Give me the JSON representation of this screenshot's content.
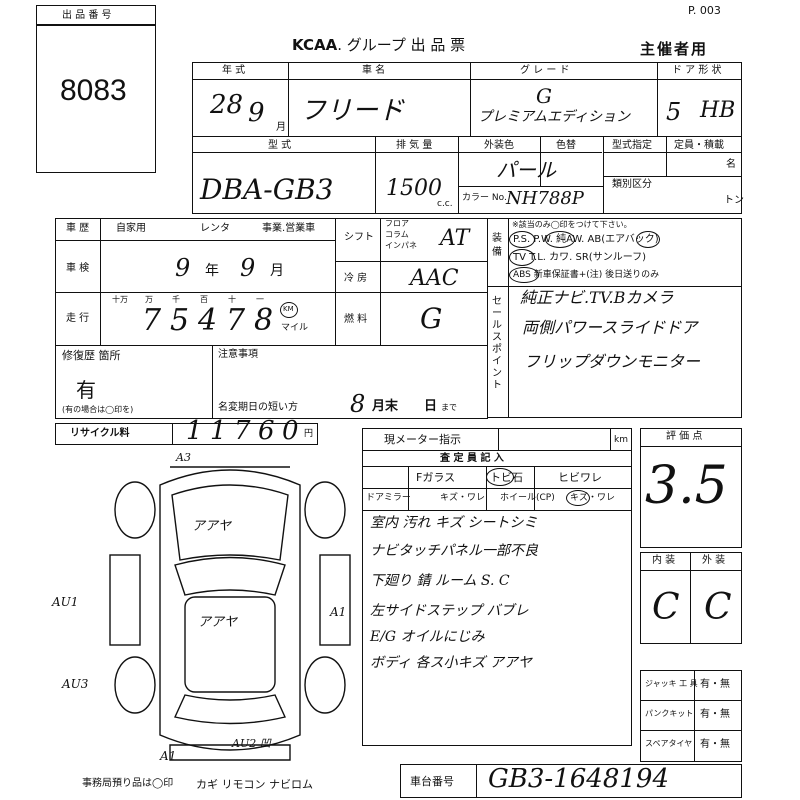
{
  "page_ref": "P. 003",
  "lot": {
    "label": "出 品 番 号",
    "number": "8083"
  },
  "header": {
    "title_brand": "KCAA",
    "title_rest": ". グループ 出 品 票",
    "organizer": "主催者用"
  },
  "row1": {
    "labels": {
      "year": "年 式",
      "model": "車 名",
      "grade": "グ レ ー ド",
      "door_type": "ド ア 形 状"
    },
    "year_era": "28",
    "year_month": "9",
    "year_month_unit": "月",
    "model": "フリード",
    "grade_line1": "G",
    "grade_line2": "プレミアムエディション",
    "doors": "5",
    "body": "HB"
  },
  "row2": {
    "labels": {
      "type": "型 式",
      "displacement": "排 気 量",
      "exterior_color": "外装色",
      "color_change": "色替",
      "type_designation": "型式指定",
      "capacity": "定員・積載",
      "category": "類別区分"
    },
    "type": "DBA-GB3",
    "displacement": "1500",
    "displacement_unit": "c.c.",
    "color": "パール",
    "color_no_label": "カラー No.",
    "color_no": "NH788P",
    "persons_unit": "名",
    "tons_unit": "トン"
  },
  "history": {
    "label": "車 歴",
    "options": [
      "自家用",
      "レンタ",
      "事業.営業車"
    ]
  },
  "inspection": {
    "label": "車 検",
    "year": "9",
    "year_unit": "年",
    "month": "9",
    "month_unit": "月"
  },
  "mileage": {
    "label": "走 行",
    "units": [
      "十万",
      "万",
      "千",
      "百",
      "十",
      "一"
    ],
    "digits": [
      "7",
      "5",
      "4",
      "7",
      "8"
    ],
    "km": "KM",
    "mile": "マイル"
  },
  "shift": {
    "label": "シフト",
    "options": [
      "フロア",
      "コラム",
      "インパネ"
    ],
    "value": "AT"
  },
  "ac": {
    "label": "冷 房",
    "value": "AAC"
  },
  "fuel": {
    "label": "燃 料",
    "value": "G"
  },
  "equipment": {
    "label": "装 備",
    "note": "※該当のみ◯印をつけて下さい。",
    "row1": "P.S. P.W. 純AW. AB(エアバック)",
    "row2": "TV T.L. カワ. SR(サンルーフ)",
    "row3": "ABS 新車保証書+(注) 後日送りのみ"
  },
  "sales_points": {
    "label": "セールスポイント",
    "line1": "純正ナビ.TV.Bカメラ",
    "line2": "両側パワースライドドア",
    "line3": "フリップダウンモニター"
  },
  "repair": {
    "label": "修復歴 箇所",
    "value": "有",
    "note": "(有の場合は◯印を)"
  },
  "notes": {
    "label": "注意事項",
    "expiry_label": "名変期日の短い方",
    "expiry_value": "8",
    "month_label": "月末",
    "day_label": "日",
    "until": "まで"
  },
  "recycle": {
    "label": "リサイクル料",
    "digits": [
      "1",
      "1",
      "7",
      "6",
      "0"
    ],
    "unit": "円"
  },
  "meter": {
    "label": "現メーター指示",
    "unit": "km"
  },
  "rated": {
    "title": "査 定 員 記 入",
    "f_glass": "Fガラス",
    "tobi": "トビ石",
    "hibi": "ヒビワレ",
    "door_mirror": "ドアミラー",
    "mirror_status": "キズ・ワレ",
    "wheel": "ホイール(CP)",
    "wheel_status": "キズ・ワレ",
    "notes": [
      "室内 汚れ キズ シートシミ",
      "ナビタッチパネル一部不良",
      "下廻り 錆 ルーム S. C",
      "左サイドステップ バブレ",
      "E/G オイルにじみ",
      "ボディ 各ス小キズ アアヤ"
    ]
  },
  "score": {
    "label": "評 価 点",
    "value": "3.5"
  },
  "interior_exterior": {
    "interior_label": "内 装",
    "exterior_label": "外 装",
    "interior": "C",
    "exterior": "C"
  },
  "equipment2": [
    {
      "label": "ジャッキ 工 具",
      "status": "有・無"
    },
    {
      "label": "パンクキット",
      "status": "有・無"
    },
    {
      "label": "スペアタイヤ",
      "status": "有・無"
    }
  ],
  "diagram": {
    "front_label": "A3",
    "hood_mark": "アアヤ",
    "roof_mark": "アアヤ",
    "left_mark": "AU1",
    "right_mark": "A1",
    "rear_left_mark": "AU3",
    "rear_bottom_left": "A1",
    "rear_bottom_right": "AU2 凹"
  },
  "footer": {
    "office_keys": "事務局預り品は◯印",
    "items": "カギ リモコン ナビロム"
  },
  "chassis": {
    "label": "車台番号",
    "value": "GB3-1648194"
  }
}
